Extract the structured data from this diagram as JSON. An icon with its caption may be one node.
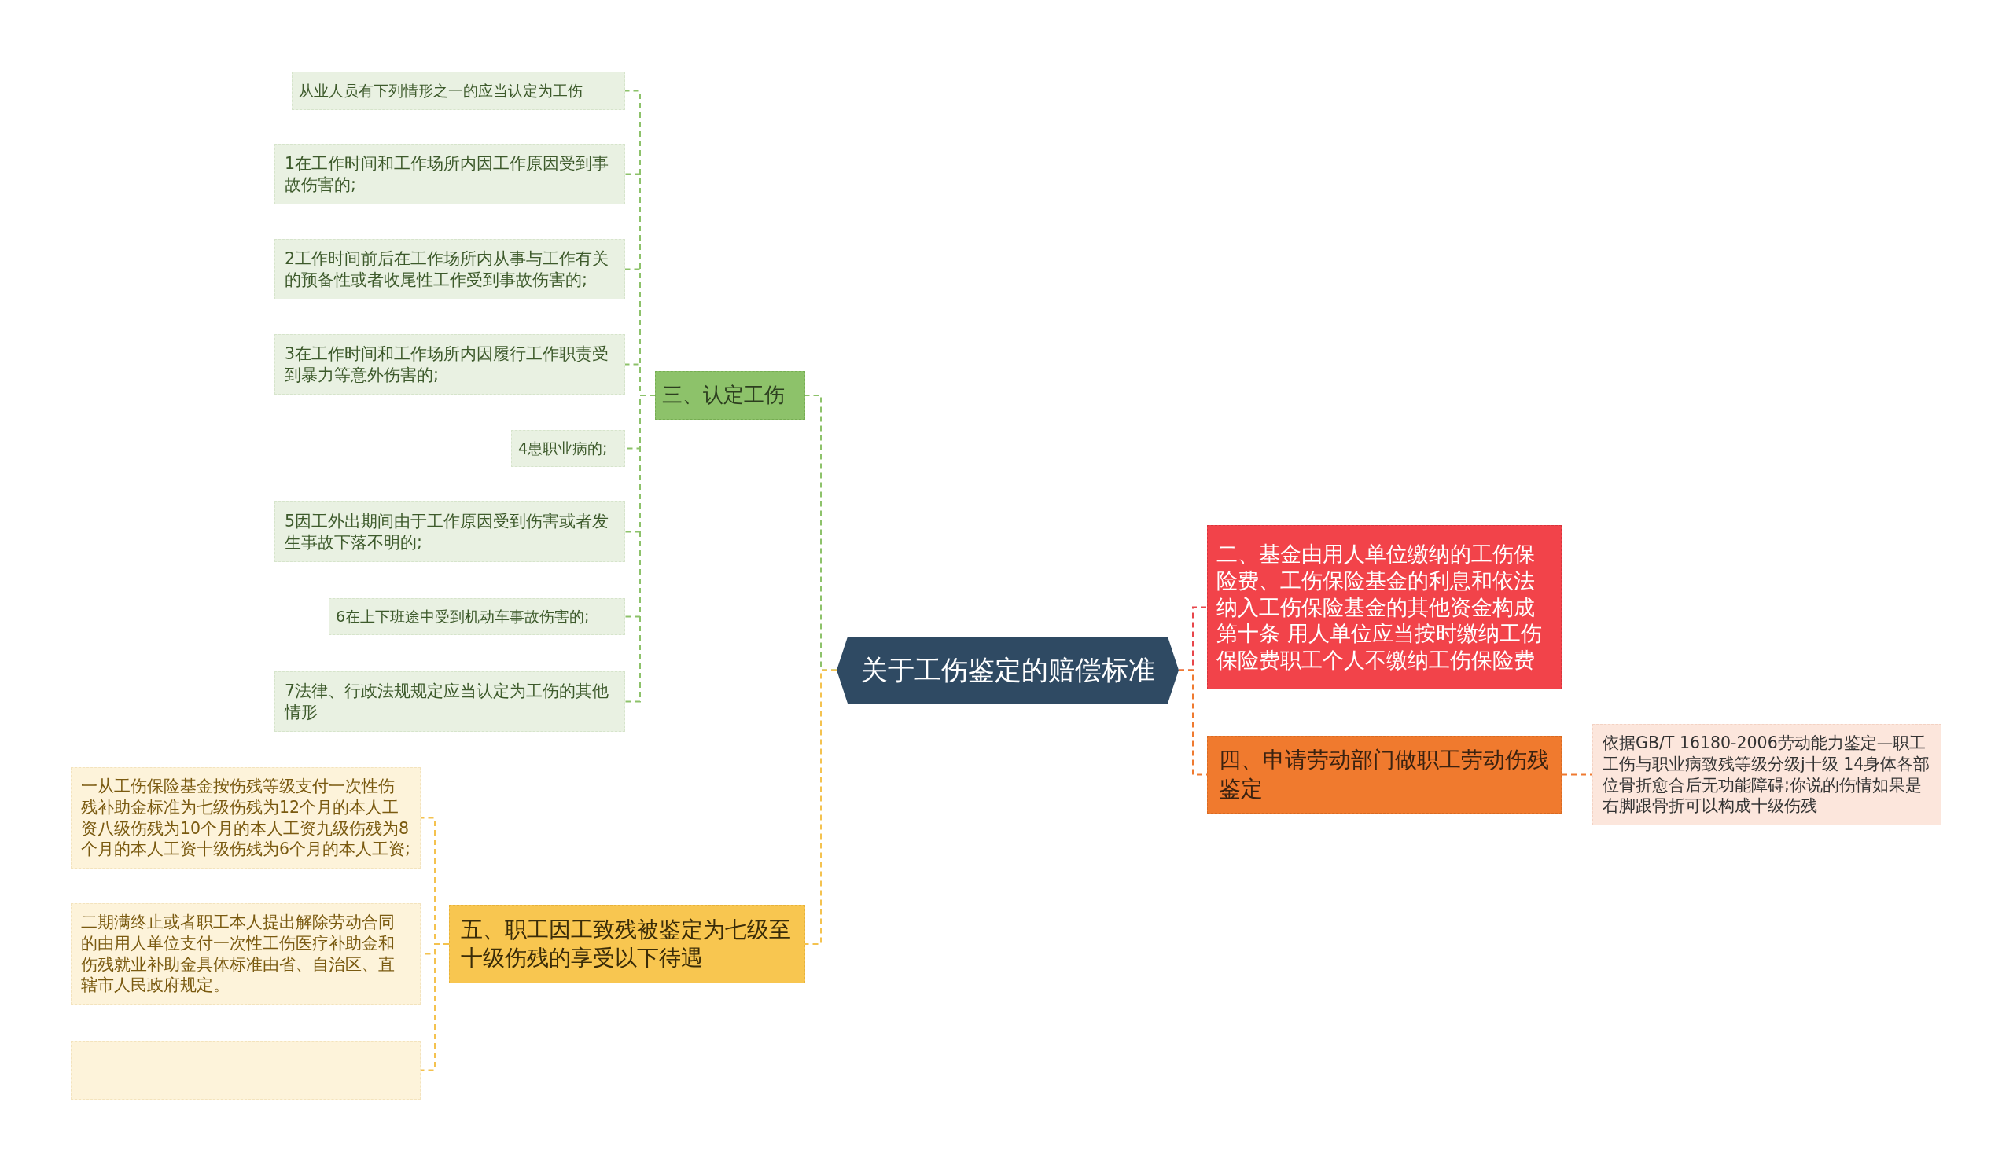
{
  "diagram": {
    "nodes": [
      {
        "text": [
          "关于工伤鉴定的赔偿标准"
        ]
      },
      {
        "text": [
          "三、认定工伤"
        ]
      },
      {
        "text": [
          "从业人员有下列情形之一的应当认定为工伤"
        ]
      },
      {
        "text": [
          "1在工作时间和工作场所内因工作原因受到事故伤害的;"
        ]
      },
      {
        "text": [
          "2工作时间前后在工作场所内从事与工作有关的预备性或者收尾性工作受到事故伤害的;"
        ]
      },
      {
        "text": [
          "3在工作时间和工作场所内因履行工作职责受到暴力等意外伤害的;"
        ]
      },
      {
        "text": [
          "4患职业病的;"
        ]
      },
      {
        "text": [
          "5因工外出期间由于工作原因受到伤害或者发生事故下落不明的;"
        ]
      },
      {
        "text": [
          "6在上下班途中受到机动车事故伤害的;"
        ]
      },
      {
        "text": [
          "7法律、行政法规规定应当认定为工伤的其他情形"
        ]
      },
      {
        "text": [
          "五、职工因工致残被鉴定为七级至十级伤残的享受以下待遇"
        ]
      },
      {
        "text": [
          "一从工伤保险基金按伤残等级支付一次性伤残补助金标准为七级伤残为12个月的本人工资八级伤残为10个月的本人工资九级伤残为8个月的本人工资十级伤残为6个月的本人工资;"
        ]
      },
      {
        "text": [
          "二期满终止或者职工本人提出解除劳动合同的由用人单位支付一次性工伤医疗补助金和伤残就业补助金具体标准由省、自治区、直辖市人民政府规定。"
        ]
      },
      {
        "text": [],
        "shape": "box"
      },
      {
        "text": [
          "二、基金由用人单位缴纳的工伤保险费、工伤保险基金的利息和依法纳入工伤保险基金的其他资金构成第十条 用人单位应当按时缴纳工伤保险费职工个人不缴纳工伤保险费"
        ]
      },
      {
        "text": [
          "四、申请劳动部门做职工劳动伤残鉴定"
        ]
      },
      {
        "text": [
          "依据GB/T 16180-2006劳动能力鉴定—职工工伤与职业病致残等级分级j十级 14身体各部位骨折愈合后无功能障碍;你说的伤情如果是右脚跟骨折可以构成十级伤残"
        ]
      }
    ],
    "edges": [
      {
        "from": 0,
        "to": 1,
        "arrow": "none",
        "style": "dashed",
        "color": "#8dc26a"
      },
      {
        "from": 1,
        "to": 2,
        "arrow": "none",
        "style": "dashed",
        "color": "#8dc26a"
      },
      {
        "from": 1,
        "to": 3,
        "arrow": "none",
        "style": "dashed",
        "color": "#8dc26a"
      },
      {
        "from": 1,
        "to": 4,
        "arrow": "none",
        "style": "dashed",
        "color": "#8dc26a"
      },
      {
        "from": 1,
        "to": 5,
        "arrow": "none",
        "style": "dashed",
        "color": "#8dc26a"
      },
      {
        "from": 1,
        "to": 6,
        "arrow": "none",
        "style": "dashed",
        "color": "#8dc26a"
      },
      {
        "from": 1,
        "to": 7,
        "arrow": "none",
        "style": "dashed",
        "color": "#8dc26a"
      },
      {
        "from": 1,
        "to": 8,
        "arrow": "none",
        "style": "dashed",
        "color": "#8dc26a"
      },
      {
        "from": 1,
        "to": 9,
        "arrow": "none",
        "style": "dashed",
        "color": "#8dc26a"
      },
      {
        "from": 0,
        "to": 10,
        "arrow": "none",
        "style": "dashed",
        "color": "#f4c24f"
      },
      {
        "from": 10,
        "to": 11,
        "arrow": "none",
        "style": "dashed",
        "color": "#f4c24f"
      },
      {
        "from": 10,
        "to": 12,
        "arrow": "none",
        "style": "dashed",
        "color": "#f4c24f"
      },
      {
        "from": 10,
        "to": 13,
        "arrow": "none",
        "style": "dashed",
        "color": "#f4c24f"
      },
      {
        "from": 0,
        "to": 14,
        "arrow": "none",
        "style": "dashed",
        "color": "#e8464b"
      },
      {
        "from": 0,
        "to": 15,
        "arrow": "none",
        "style": "dashed",
        "color": "#ef7a30"
      },
      {
        "from": 15,
        "to": 16,
        "arrow": "none",
        "style": "dashed",
        "color": "#ef7a30"
      }
    ]
  }
}
